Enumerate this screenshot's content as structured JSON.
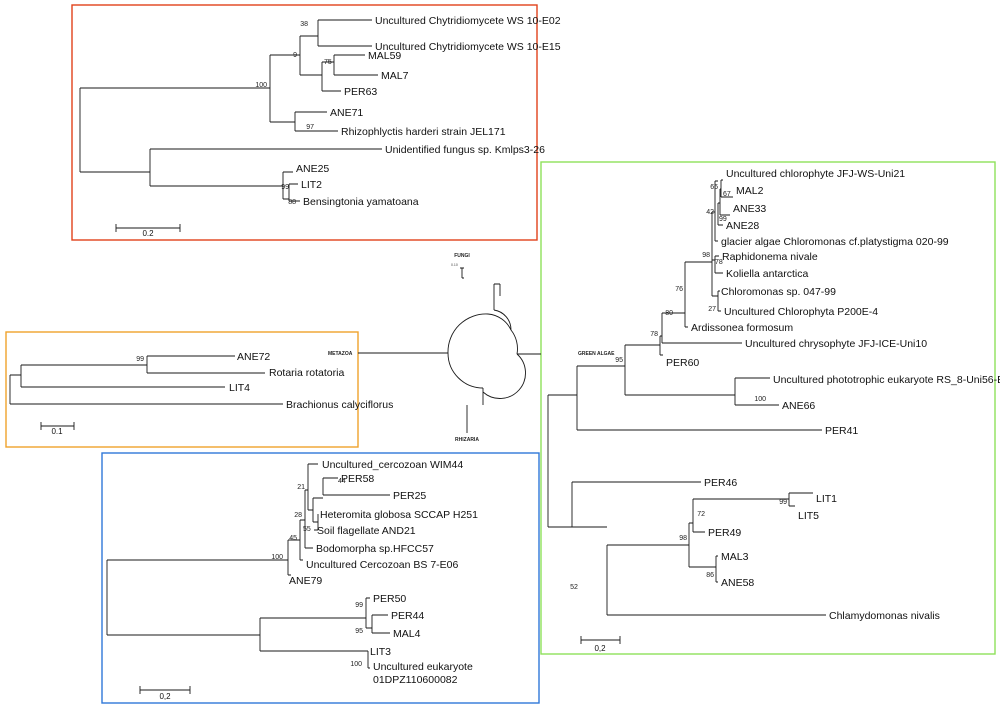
{
  "boxes": {
    "fungi": {
      "color": "#e0421b"
    },
    "metazoa": {
      "color": "#f0a22c"
    },
    "rhizaria": {
      "color": "#2f78d8"
    },
    "green_algae": {
      "color": "#8ee05a"
    }
  },
  "central": {
    "fungi": "FUNGI",
    "metazoa": "METAZOA",
    "rhizaria": "RHIZARIA",
    "green_algae": "GREEN ALGAE",
    "scale": "0.10"
  },
  "fungi": {
    "taxa": {
      "ws10e02": "Uncultured Chytridiomycete WS 10-E02",
      "ws10e15": "Uncultured Chytridiomycete WS 10-E15",
      "mal59": "MAL59",
      "mal7": "MAL7",
      "per63": "PER63",
      "ane71": "ANE71",
      "rhizo": "Rhizophlyctis harderi strain JEL171",
      "unid": "Unidentified fungus sp. Kmlps3-26",
      "ane25": "ANE25",
      "lit2": "LIT2",
      "bens": "Bensingtonia yamatoana"
    },
    "support": {
      "b38": "38",
      "b9": "9",
      "b75": "75",
      "b100": "100",
      "b97": "97",
      "b99": "99",
      "b88": "88"
    },
    "scale": "0.2"
  },
  "metazoa": {
    "taxa": {
      "ane72": "ANE72",
      "rotaria": "Rotaria rotatoria",
      "lit4": "LIT4",
      "brach": "Brachionus calyciflorus"
    },
    "support": {
      "b99": "99"
    },
    "scale": "0.1"
  },
  "rhizaria": {
    "taxa": {
      "wim44": "Uncultured_cercozoan WIM44",
      "per58": "PER58",
      "per25": "PER25",
      "hetero": "Heteromita globosa SCCAP H251",
      "soil": "Soil flagellate AND21",
      "bodo": "Bodomorpha sp.HFCC57",
      "bs7": "Uncultured Cercozoan BS 7-E06",
      "ane79": "ANE79",
      "per50": "PER50",
      "per44": "PER44",
      "mal4": "MAL4",
      "lit3": "LIT3",
      "euk1": "Uncultured eukaryote",
      "euk2": "01DPZ110600082"
    },
    "support": {
      "b44": "44",
      "b21": "21",
      "b28": "28",
      "b55": "55",
      "b45": "45",
      "b100": "100",
      "b99": "99",
      "b95": "95",
      "b100b": "100"
    },
    "scale": "0,2"
  },
  "green_algae": {
    "taxa": {
      "jfj": "Uncultured chlorophyte JFJ-WS-Uni21",
      "mal2": "MAL2",
      "ane33": "ANE33",
      "ane28": "ANE28",
      "glacier": "glacier algae Chloromonas cf.platystigma 020-99",
      "raphi": "Raphidonema nivale",
      "koli": "Koliella antarctica",
      "chloro047": "Chloromonas sp. 047-99",
      "p200": "Uncultured Chlorophyta P200E-4",
      "ardis": "Ardissonea formosum",
      "chryso": "Uncultured chrysophyte JFJ-ICE-Uni10",
      "per60": "PER60",
      "photo": "Uncultured phototrophic eukaryote RS_8-Uni56-B",
      "ane66": "ANE66",
      "per41": "PER41",
      "per46": "PER46",
      "lit1": "LIT1",
      "lit5": "LIT5",
      "per49": "PER49",
      "mal3": "MAL3",
      "ane58": "ANE58",
      "chlamy": "Chlamydomonas nivalis"
    },
    "support": {
      "b66": "66",
      "b67": "67",
      "b42": "42",
      "b99": "99",
      "b98": "98",
      "b78": "78",
      "b27": "27",
      "b76": "76",
      "b80": "80",
      "b78b": "78",
      "b95": "95",
      "b100": "100",
      "b99b": "99",
      "b72": "72",
      "b98b": "98",
      "b86": "86",
      "b52": "52"
    },
    "scale": "0,2"
  }
}
